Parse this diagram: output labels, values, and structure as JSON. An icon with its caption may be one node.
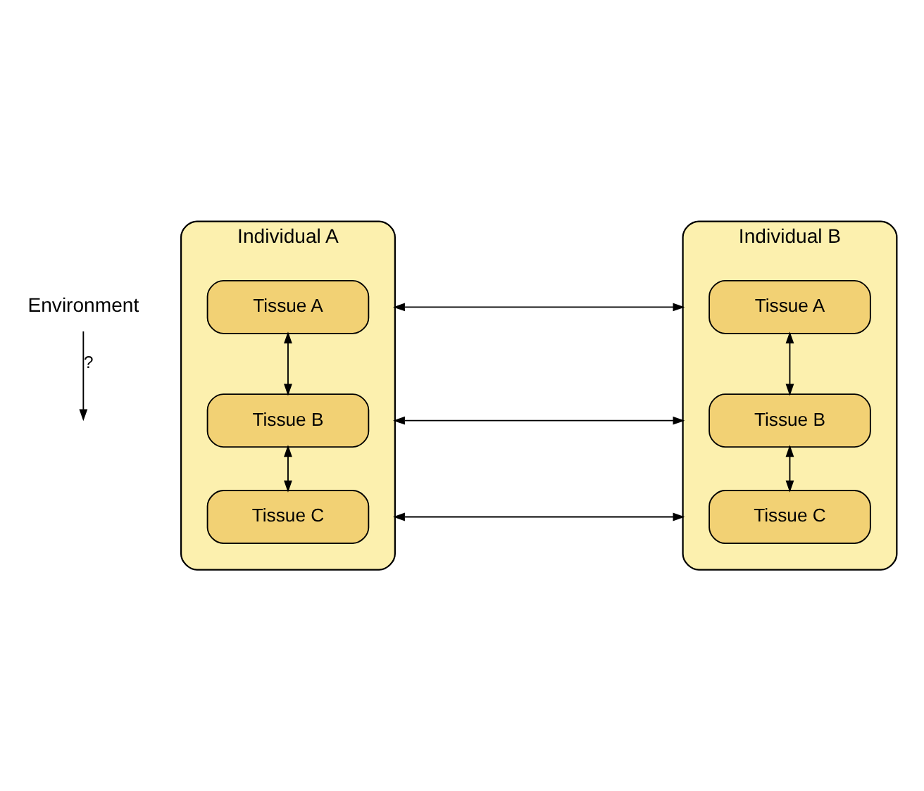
{
  "diagram": {
    "nodes": [
      {
        "text": [
          "Environment"
        ]
      },
      {
        "text": [
          "Individual A"
        ]
      },
      {
        "text": [
          "Tissue A"
        ],
        "in": 1
      },
      {
        "text": [
          "Tissue B"
        ],
        "in": 1
      },
      {
        "text": [
          "Tissue C"
        ],
        "in": 1
      },
      {
        "text": [
          "Individual B"
        ]
      },
      {
        "text": [
          "Tissue A"
        ],
        "in": 5
      },
      {
        "text": [
          "Tissue B"
        ],
        "in": 5
      },
      {
        "text": [
          "Tissue C"
        ],
        "in": 5
      }
    ],
    "edges": [
      {
        "from": 0,
        "to": null,
        "arrow": "to",
        "label": "?"
      },
      {
        "from": 1,
        "to": 5,
        "arrow": "both"
      },
      {
        "from": 1,
        "to": 5,
        "arrow": "both"
      },
      {
        "from": 1,
        "to": 5,
        "arrow": "both"
      },
      {
        "from": 2,
        "to": 3,
        "arrow": "both"
      },
      {
        "from": 3,
        "to": 4,
        "arrow": "both"
      },
      {
        "from": 6,
        "to": 7,
        "arrow": "both"
      },
      {
        "from": 7,
        "to": 8,
        "arrow": "both"
      }
    ]
  }
}
